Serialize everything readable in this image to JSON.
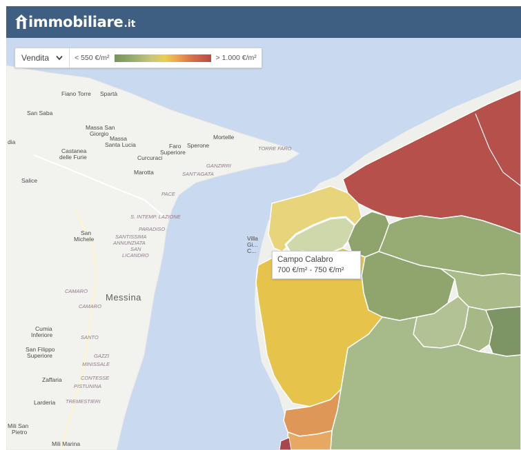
{
  "header": {
    "logo_text": "immobiliare",
    "logo_tld": ".it"
  },
  "legend": {
    "mode": "Vendita",
    "min_label": "< 550 €/m²",
    "max_label": "> 1.000 €/m²",
    "gradient": [
      "#74945a",
      "#9db071",
      "#c8c679",
      "#e9cf52",
      "#eca34d",
      "#d86f4b",
      "#b84a45"
    ]
  },
  "tooltip": {
    "name": "Campo Calabro",
    "range": "700 €/m² - 750 €/m²"
  },
  "colors": {
    "header": "#3f5f82",
    "sea": "#c9d9ef",
    "land": "#f3f3f1"
  },
  "map_labels": {
    "fiano_torre": "Fiano Torre",
    "sparta": "Spartà",
    "san_saba": "San Saba",
    "dia": "dia",
    "massa_san_giorgio_1": "Massa San",
    "massa_san_giorgio_2": "Giorgio",
    "massa_santa_lucia_1": "Massa",
    "massa_santa_lucia_2": "Santa Lucia",
    "mortelle": "Mortelle",
    "faro_superiore_1": "Faro",
    "faro_superiore_2": "Superiore",
    "sperone": "Sperone",
    "castanea_1": "Castanea",
    "castanea_2": "delle Furie",
    "curcuraci": "Curcuraci",
    "torre_faro": "TORRE FARO",
    "ganzirri": "GANZIRRI",
    "salice": "Salice",
    "marotta": "Marotta",
    "sant_agata": "SANT'AGATA",
    "pace": "PACE",
    "s_intemp": "S. INTEMP. LAZIONE",
    "paradiso": "PARADISO",
    "san_michele_1": "San",
    "san_michele_2": "Michele",
    "santissima_1": "SANTISSIMA",
    "santissima_2": "ANNUNZIATA",
    "san_licandro_1": "SAN",
    "san_licandro_2": "LICANDRO",
    "camaro": "CAMARO",
    "messina": "Messina",
    "cumia_1": "Cumia",
    "cumia_2": "Inferiore",
    "santo": "SANTO",
    "san_filippo_1": "San Filippo",
    "san_filippo_2": "Superiore",
    "gazzi": "GAZZI",
    "minissale": "MINISSALE",
    "zaffaria": "Zaffaria",
    "contesse": "CONTESSE",
    "pistunina": "PISTUNINA",
    "larderia": "Larderia",
    "tremestieri": "TREMESTIERI",
    "mili_san_pietro_1": "Mili San",
    "mili_san_pietro_2": "Pietro",
    "mili_marina": "Mili Marina",
    "villa_1": "Villa",
    "villa_2": "Gi...",
    "c_label": "C..."
  }
}
